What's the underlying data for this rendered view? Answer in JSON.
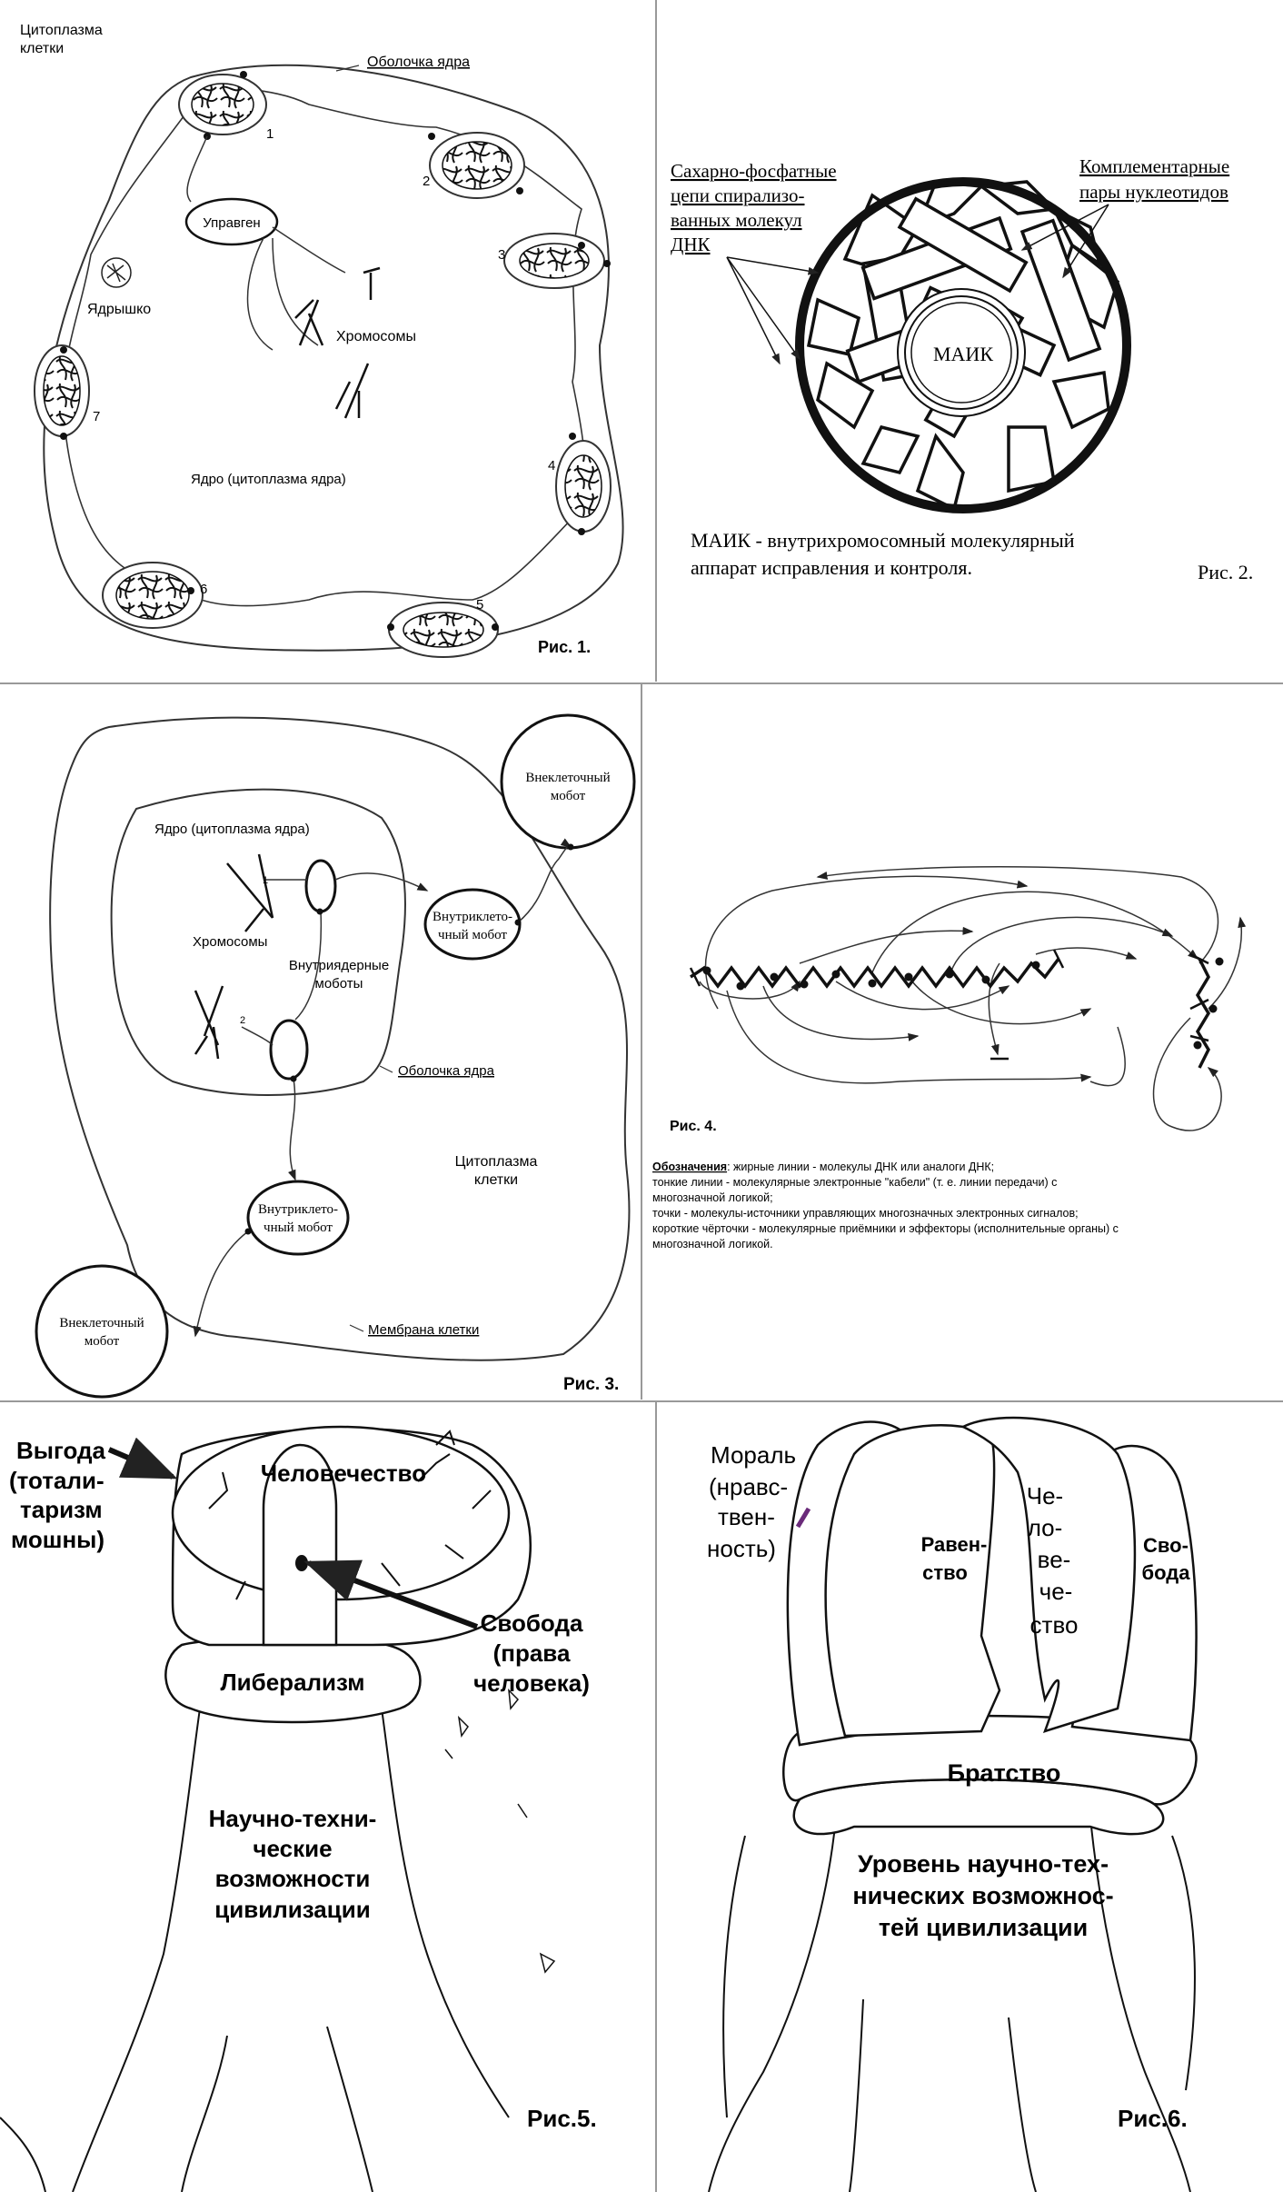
{
  "fig1": {
    "cytoplasm_label": [
      "Цитоплазма",
      "клетки"
    ],
    "envelope_label": "Оболочка ядра",
    "operon_label": "Управген",
    "nucleolus_label": "Ядрышко",
    "chromosomes_label": "Хромосомы",
    "nucleus_label": "Ядро (цитоплазма ядра)",
    "numbers": [
      "1",
      "2",
      "3",
      "4",
      "5",
      "6",
      "7"
    ],
    "caption": "Рис. 1."
  },
  "fig2": {
    "left_label": [
      "Сахарно-фосфатные",
      "цепи спирализо-",
      "ванных молекул",
      "ДНК"
    ],
    "right_label": [
      "Комплементарные",
      "пары нуклеотидов"
    ],
    "center_label": "МАИК",
    "description": [
      "МАИК - внутрихромосомный молекулярный",
      "аппарат исправления и контроля."
    ],
    "caption": "Рис. 2."
  },
  "fig3": {
    "extra_mobot_top": [
      "Внеклеточный",
      "мобот"
    ],
    "nucleus_label": "Ядро (цитоплазма ядра)",
    "chromosomes_label": "Хромосомы",
    "intranuclear_label": [
      "Внутриядерные",
      "моботы"
    ],
    "intracell_mobot_top": [
      "Внутриклето-",
      "чный мобот"
    ],
    "envelope_label": "Оболочка ядра",
    "cytoplasm_label": [
      "Цитоплазма",
      "клетки"
    ],
    "intracell_mobot_bottom": [
      "Внутриклето-",
      "чный мобот"
    ],
    "extra_mobot_bottom": [
      "Внеклеточный",
      "мобот"
    ],
    "membrane_label": "Мембрана клетки",
    "num1": "1",
    "num2": "2",
    "caption": "Рис. 3."
  },
  "fig4": {
    "caption": "Рис. 4.",
    "legend_title": "Обозначения",
    "legend_lines": [
      ": жирные линии - молекулы ДНК или аналоги ДНК;",
      "тонкие линии - молекулярные электронные \"кабели\" (т. е. линии передачи) с",
      "многозначной логикой;",
      "точки - молекулы-источники управляющих многозначных электронных сигналов;",
      "короткие чёрточки - молекулярные приёмники и эффекторы (исполнительные органы) с",
      "многозначной логикой."
    ]
  },
  "fig5": {
    "profit_label": [
      "Выгода",
      "(тотали-",
      "таризм",
      "мошны)"
    ],
    "humanity_label": "Человечество",
    "liberalism_label": "Либерализм",
    "freedom_label": [
      "Свобода",
      "(права",
      "человека)"
    ],
    "trunk_label": [
      "Научно-техни-",
      "ческие",
      "возможности",
      "цивилизации"
    ],
    "caption": "Рис.5."
  },
  "fig6": {
    "morality_label": [
      "Мораль",
      "(нравс-",
      "твен-",
      "ность)"
    ],
    "equality_label": [
      "Равен-",
      "ство"
    ],
    "humanity_label": [
      "Че-",
      "ло-",
      "ве-",
      "че-",
      "ство"
    ],
    "freedom_label": [
      "Сво-",
      "бода"
    ],
    "brotherhood_label": "Братство",
    "trunk_label": [
      "Уровень научно-тех-",
      "нических возможнос-",
      "тей цивилизации"
    ],
    "caption": "Рис.6."
  },
  "colors": {
    "line": "#222222",
    "arrow_purple": "#6a2a7a",
    "background": "#ffffff"
  }
}
